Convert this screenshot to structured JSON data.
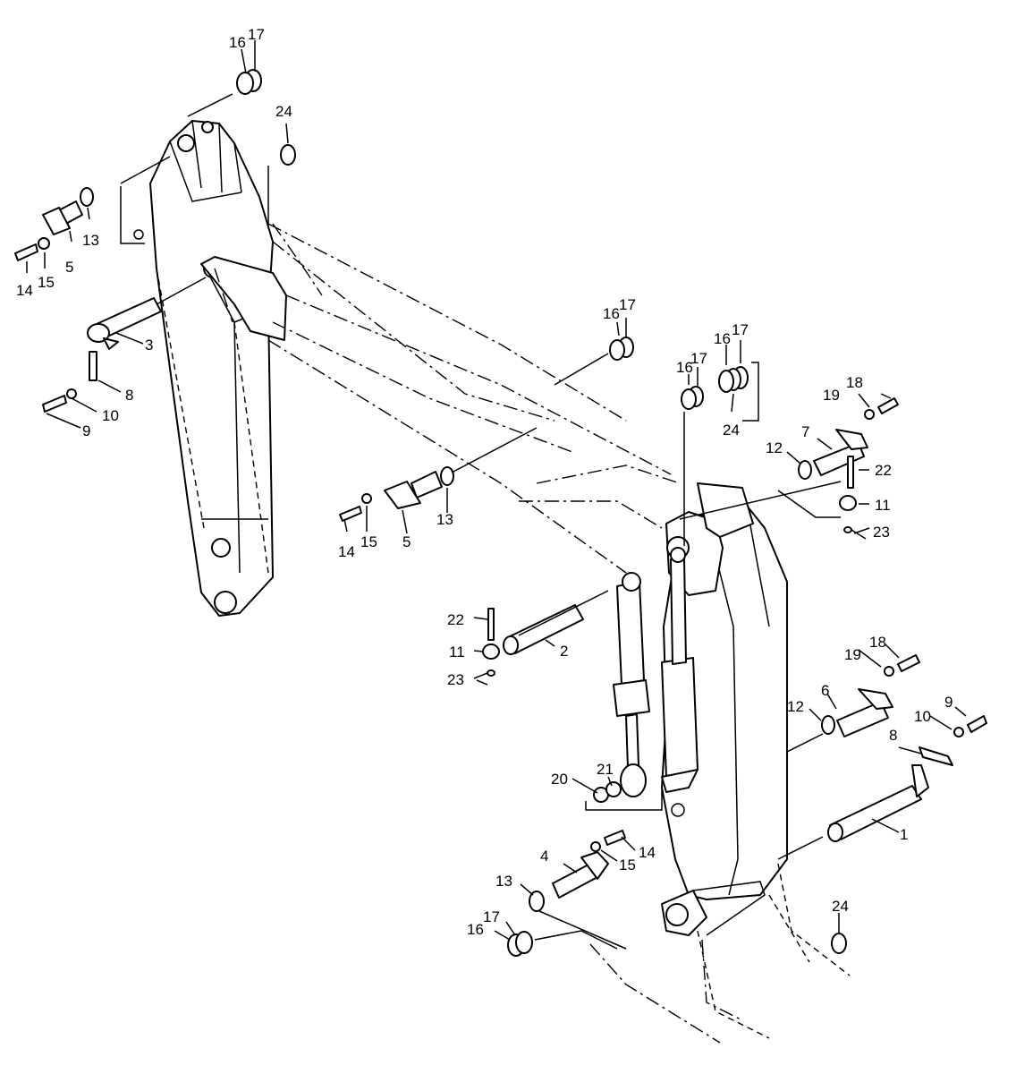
{
  "figure": {
    "callouts": [
      {
        "id": "c-16-top",
        "text": "16"
      },
      {
        "id": "c-17-top",
        "text": "17"
      },
      {
        "id": "c-24-top",
        "text": "24"
      },
      {
        "id": "c-13-a",
        "text": "13"
      },
      {
        "id": "c-5-a",
        "text": "5"
      },
      {
        "id": "c-14-a",
        "text": "14"
      },
      {
        "id": "c-15-a",
        "text": "15"
      },
      {
        "id": "c-3",
        "text": "3"
      },
      {
        "id": "c-8-a",
        "text": "8"
      },
      {
        "id": "c-10-a",
        "text": "10"
      },
      {
        "id": "c-9-a",
        "text": "9"
      },
      {
        "id": "c-16-b",
        "text": "16"
      },
      {
        "id": "c-17-b",
        "text": "17"
      },
      {
        "id": "c-16-c",
        "text": "16"
      },
      {
        "id": "c-17-c",
        "text": "17"
      },
      {
        "id": "c-16-d",
        "text": "16"
      },
      {
        "id": "c-17-d",
        "text": "17"
      },
      {
        "id": "c-24-b",
        "text": "24"
      },
      {
        "id": "c-18-a",
        "text": "18"
      },
      {
        "id": "c-19-a",
        "text": "19"
      },
      {
        "id": "c-7",
        "text": "7"
      },
      {
        "id": "c-12-a",
        "text": "12"
      },
      {
        "id": "c-22-a",
        "text": "22"
      },
      {
        "id": "c-11-a",
        "text": "11"
      },
      {
        "id": "c-23-a",
        "text": "23"
      },
      {
        "id": "c-14-b",
        "text": "14"
      },
      {
        "id": "c-15-b",
        "text": "15"
      },
      {
        "id": "c-5-b",
        "text": "5"
      },
      {
        "id": "c-13-b",
        "text": "13"
      },
      {
        "id": "c-22-b",
        "text": "22"
      },
      {
        "id": "c-11-b",
        "text": "11"
      },
      {
        "id": "c-2",
        "text": "2"
      },
      {
        "id": "c-23-b",
        "text": "23"
      },
      {
        "id": "c-18-b",
        "text": "18"
      },
      {
        "id": "c-19-b",
        "text": "19"
      },
      {
        "id": "c-6",
        "text": "6"
      },
      {
        "id": "c-12-b",
        "text": "12"
      },
      {
        "id": "c-9-b",
        "text": "9"
      },
      {
        "id": "c-10-b",
        "text": "10"
      },
      {
        "id": "c-8-b",
        "text": "8"
      },
      {
        "id": "c-20",
        "text": "20"
      },
      {
        "id": "c-21",
        "text": "21"
      },
      {
        "id": "c-1",
        "text": "1"
      },
      {
        "id": "c-4",
        "text": "4"
      },
      {
        "id": "c-15-c",
        "text": "15"
      },
      {
        "id": "c-14-c",
        "text": "14"
      },
      {
        "id": "c-13-c",
        "text": "13"
      },
      {
        "id": "c-16-e",
        "text": "16"
      },
      {
        "id": "c-17-e",
        "text": "17"
      },
      {
        "id": "c-24-c",
        "text": "24"
      }
    ]
  }
}
